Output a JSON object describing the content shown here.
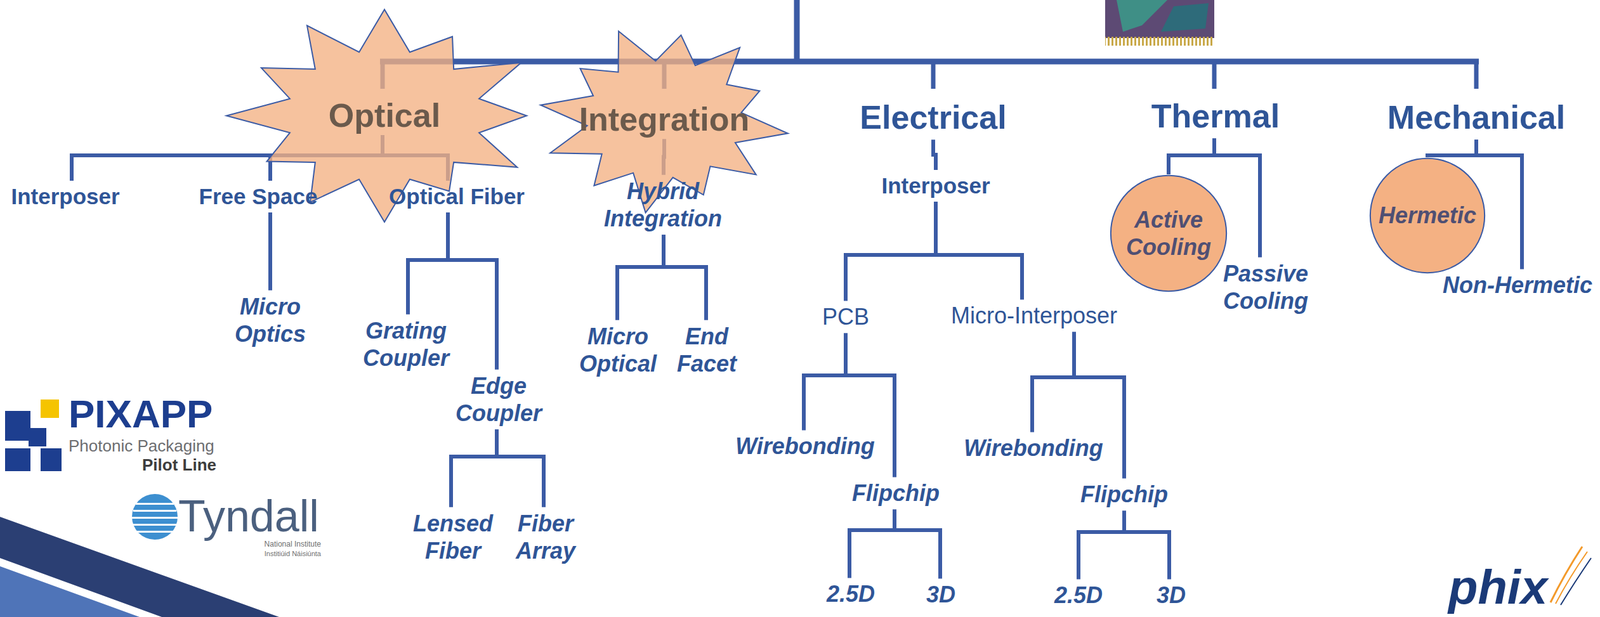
{
  "diagram": {
    "nodes": [
      {
        "text": [
          "Optical"
        ]
      },
      {
        "text": [
          "Integration"
        ]
      },
      {
        "text": [
          "Electrical"
        ]
      },
      {
        "text": [
          "Thermal"
        ]
      },
      {
        "text": [
          "Mechanical"
        ]
      },
      {
        "text": [
          "Interposer"
        ]
      },
      {
        "text": [
          "Free Space"
        ]
      },
      {
        "text": [
          "Optical Fiber"
        ]
      },
      {
        "text": [
          "Hybrid Integration"
        ]
      },
      {
        "text": [
          "Interposer"
        ]
      },
      {
        "text": [
          "Active Cooling"
        ]
      },
      {
        "text": [
          "Passive Cooling"
        ]
      },
      {
        "text": [
          "Hermetic"
        ]
      },
      {
        "text": [
          "Non-Hermetic"
        ]
      },
      {
        "text": [
          "Micro Optics"
        ]
      },
      {
        "text": [
          "Grating Coupler"
        ]
      },
      {
        "text": [
          "Edge Coupler"
        ]
      },
      {
        "text": [
          "Lensed Fiber"
        ]
      },
      {
        "text": [
          "Fiber Array"
        ]
      },
      {
        "text": [
          "Micro Optical"
        ]
      },
      {
        "text": [
          "End Facet"
        ]
      },
      {
        "text": [
          "PCB"
        ]
      },
      {
        "text": [
          "Micro-Interposer"
        ]
      },
      {
        "text": [
          "Wirebonding"
        ]
      },
      {
        "text": [
          "Flipchip"
        ]
      },
      {
        "text": [
          "Wirebonding"
        ]
      },
      {
        "text": [
          "Flipchip"
        ]
      },
      {
        "text": [
          "2.5D"
        ]
      },
      {
        "text": [
          "3D"
        ]
      },
      {
        "text": [
          "2.5D"
        ]
      },
      {
        "text": [
          "3D"
        ]
      }
    ],
    "edges": [
      {
        "from": 0,
        "to": 5,
        "arrow": "none"
      },
      {
        "from": 0,
        "to": 6,
        "arrow": "none"
      },
      {
        "from": 0,
        "to": 7,
        "arrow": "none"
      },
      {
        "from": 1,
        "to": 8,
        "arrow": "none"
      },
      {
        "from": 2,
        "to": 9,
        "arrow": "none"
      },
      {
        "from": 3,
        "to": 10,
        "arrow": "none"
      },
      {
        "from": 3,
        "to": 11,
        "arrow": "none"
      },
      {
        "from": 4,
        "to": 12,
        "arrow": "none"
      },
      {
        "from": 4,
        "to": 13,
        "arrow": "none"
      },
      {
        "from": 6,
        "to": 14,
        "arrow": "none"
      },
      {
        "from": 7,
        "to": 15,
        "arrow": "none"
      },
      {
        "from": 7,
        "to": 16,
        "arrow": "none"
      },
      {
        "from": 16,
        "to": 17,
        "arrow": "none"
      },
      {
        "from": 16,
        "to": 18,
        "arrow": "none"
      },
      {
        "from": 8,
        "to": 19,
        "arrow": "none"
      },
      {
        "from": 8,
        "to": 20,
        "arrow": "none"
      },
      {
        "from": 9,
        "to": 21,
        "arrow": "none"
      },
      {
        "from": 9,
        "to": 22,
        "arrow": "none"
      },
      {
        "from": 21,
        "to": 23,
        "arrow": "none"
      },
      {
        "from": 21,
        "to": 24,
        "arrow": "none"
      },
      {
        "from": 22,
        "to": 25,
        "arrow": "none"
      },
      {
        "from": 22,
        "to": 26,
        "arrow": "none"
      },
      {
        "from": 24,
        "to": 27,
        "arrow": "none"
      },
      {
        "from": 24,
        "to": 28,
        "arrow": "none"
      },
      {
        "from": 26,
        "to": 29,
        "arrow": "none"
      },
      {
        "from": 26,
        "to": 30,
        "arrow": "none"
      }
    ],
    "labels": [
      "PIXAPP",
      "Photonic Packaging",
      "Pilot Line",
      "Tyndall",
      "National Institute",
      "Institiúid Náisiúnta",
      "phix"
    ]
  }
}
